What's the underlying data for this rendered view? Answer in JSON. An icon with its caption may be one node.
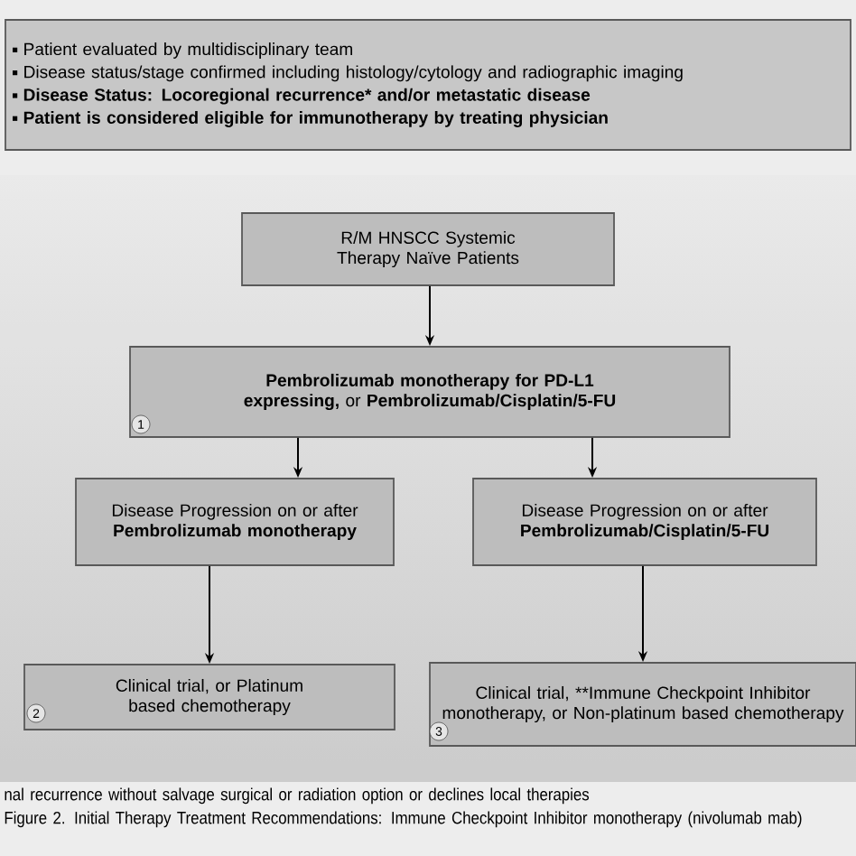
{
  "diagram": {
    "caption": "Figure 2. Initial Therapy Treatment Recommendations: Immune Checkpoint Inhibitor monotherapy (nivolumab mab)",
    "nodes": [
      {
        "text": [
          "Patient evaluated by multidisciplinary team",
          "Disease status/stage confirmed including histology/cytology and radiographic imaging",
          "Disease Status: Locoregional recurrence* and/or metastatic disease",
          "Patient is considered eligible for immunotherapy by treating physician"
        ]
      },
      {
        "text": [
          "R/M HNSCC Systemic Therapy Naïve Patients"
        ]
      },
      {
        "text": [
          "**Pembrolizumab monotherapy for PD-L1 expressing,** or **Pembrolizumab/Cisplatin/5-FU**"
        ]
      },
      {
        "text": [
          "Disease Progression on or after **Pembrolizumab monotherapy**"
        ]
      },
      {
        "text": [
          "Disease Progression on or after **Pembrolizumab/Cisplatin/5-FU**"
        ]
      },
      {
        "text": [
          "Clinical trial, or Platinum based chemotherapy"
        ]
      },
      {
        "text": [
          "Clinical trial, **Immune Checkpoint Inhibitor monotherapy, or Non-platinum based chemotherapy"
        ]
      }
    ],
    "edges": [
      {
        "from": 1,
        "to": 2,
        "arrow": "to"
      },
      {
        "from": 2,
        "to": 3,
        "arrow": "to"
      },
      {
        "from": 2,
        "to": 4,
        "arrow": "to"
      },
      {
        "from": 3,
        "to": 5,
        "arrow": "to"
      },
      {
        "from": 4,
        "to": 6,
        "arrow": "to"
      }
    ],
    "labels": [
      "1",
      "2",
      "3",
      "nal recurrence without salvage surgical or radiation option or declines local therapies"
    ]
  }
}
